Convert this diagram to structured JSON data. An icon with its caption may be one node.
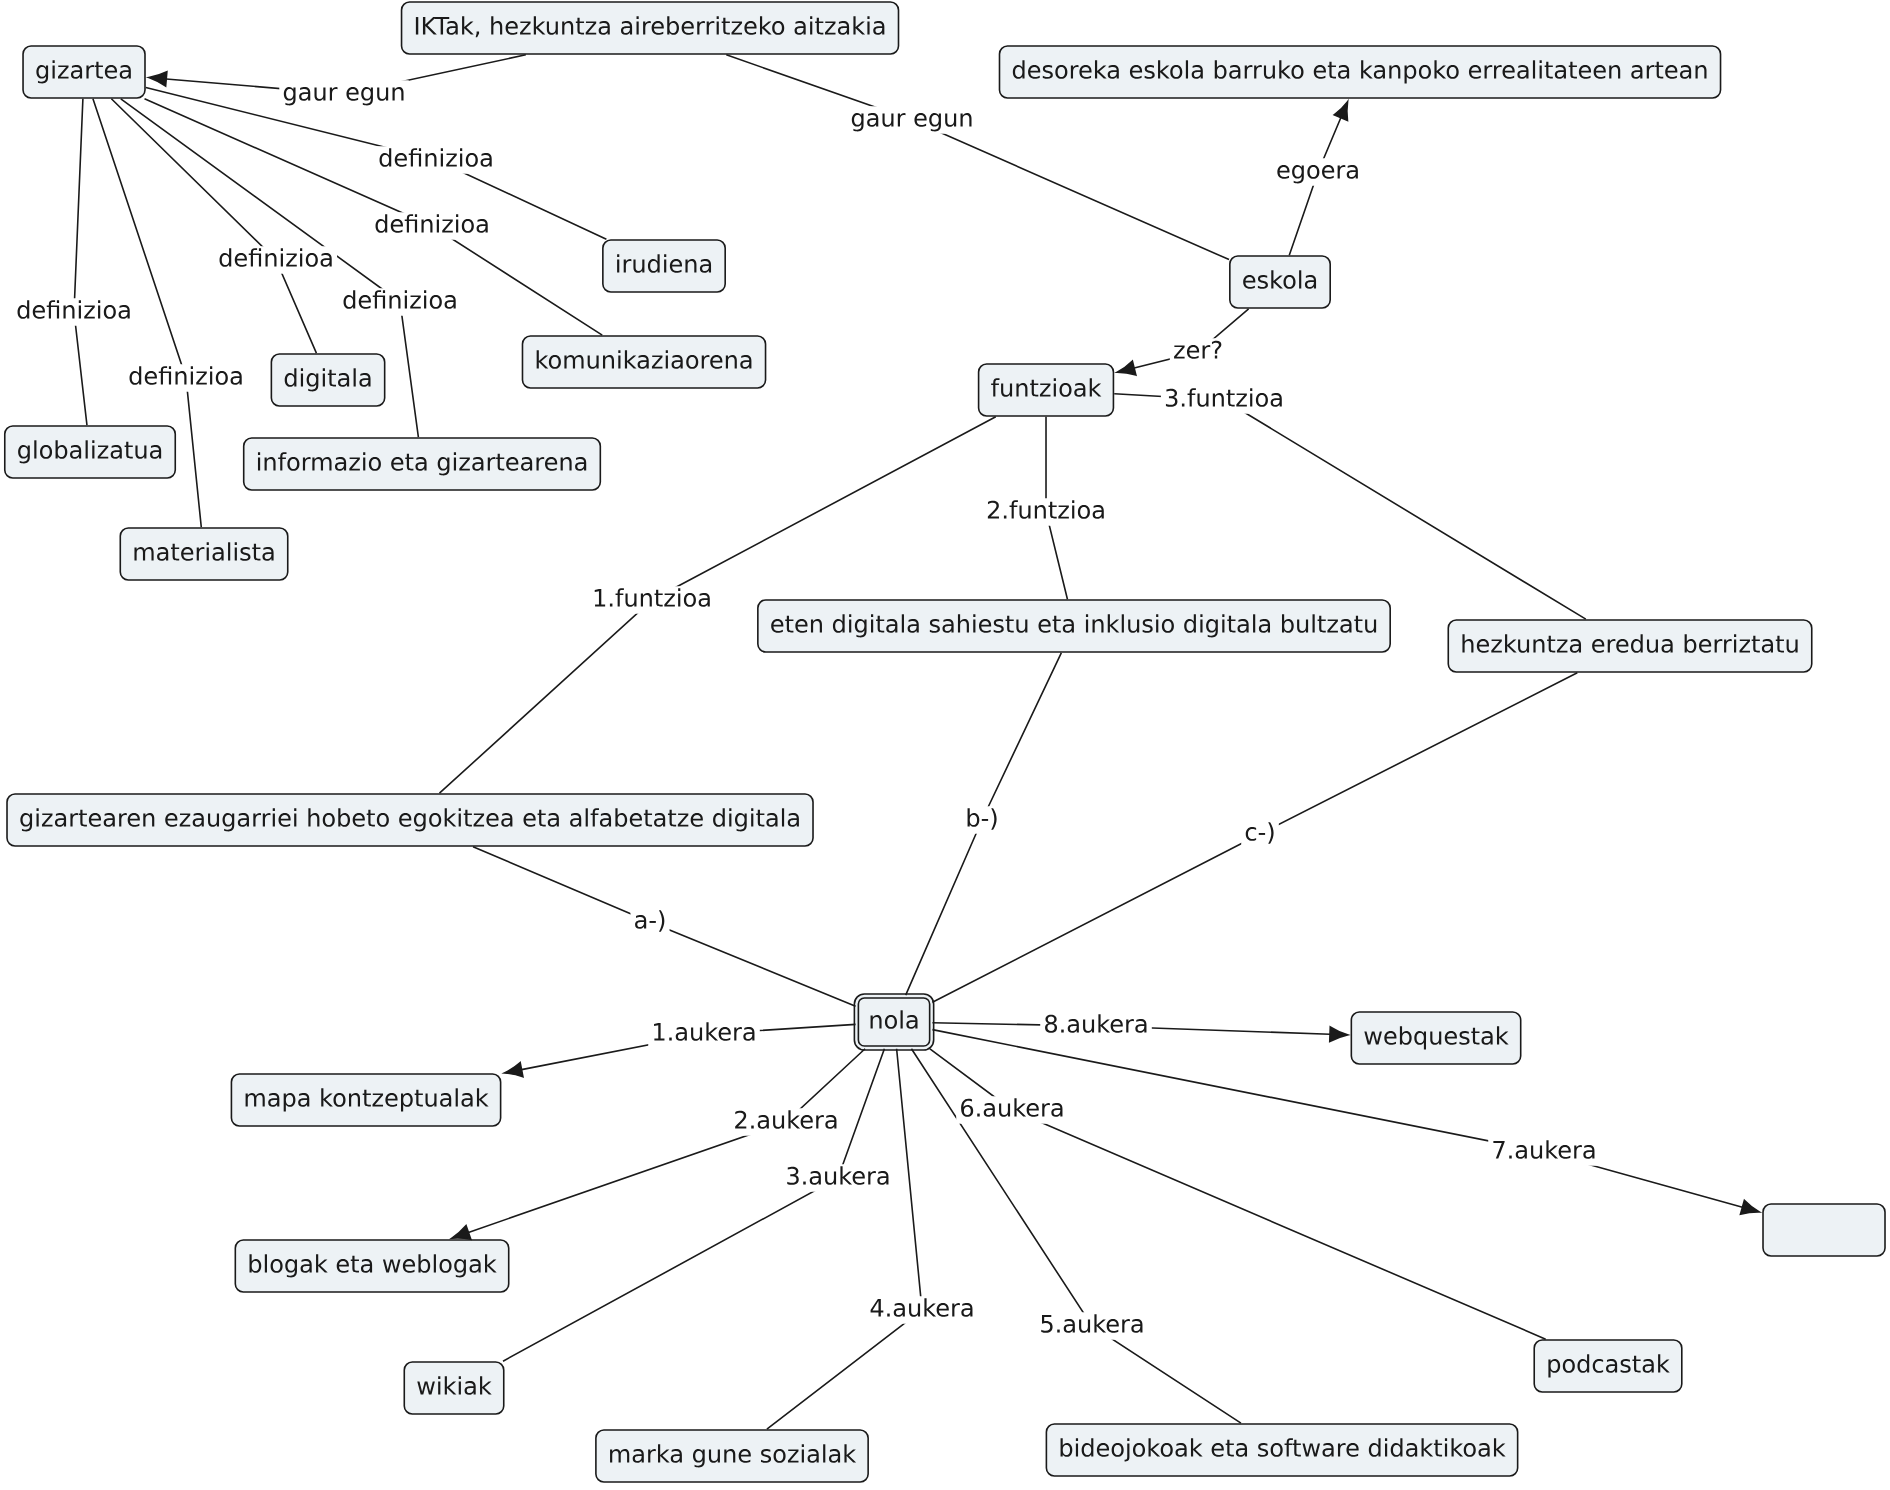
{
  "diagram": {
    "nodes": [
      {
        "text": [
          "IKTak, hezkuntza aireberritzeko aitzakia"
        ]
      },
      {
        "text": [
          "gizartea"
        ]
      },
      {
        "text": [
          "desoreka eskola barruko eta kanpoko errealitateen artean"
        ]
      },
      {
        "text": [
          "irudiena"
        ]
      },
      {
        "text": [
          "eskola"
        ]
      },
      {
        "text": [
          "komunikaziaorena"
        ]
      },
      {
        "text": [
          "digitala"
        ]
      },
      {
        "text": [
          "funtzioak"
        ]
      },
      {
        "text": [
          "globalizatua"
        ]
      },
      {
        "text": [
          "informazio eta gizartearena"
        ]
      },
      {
        "text": [
          "materialista"
        ]
      },
      {
        "text": [
          "eten digitala sahiestu eta inklusio digitala bultzatu"
        ]
      },
      {
        "text": [
          "hezkuntza eredua berriztatu"
        ]
      },
      {
        "text": [
          "gizartearen ezaugarriei hobeto egokitzea eta alfabetatze digitala"
        ]
      },
      {
        "text": [
          "nola"
        ]
      },
      {
        "text": [
          "webquestak"
        ]
      },
      {
        "text": [
          "mapa kontzeptualak"
        ]
      },
      {
        "text": [],
        "shape": "box"
      },
      {
        "text": [
          "blogak eta weblogak"
        ]
      },
      {
        "text": [
          "podcastak"
        ]
      },
      {
        "text": [
          "wikiak"
        ]
      },
      {
        "text": [
          "bideojokoak eta software didaktikoak"
        ]
      },
      {
        "text": [
          "marka gune sozialak"
        ]
      }
    ],
    "edges": [
      {
        "from": 0,
        "to": 1,
        "arrow": "to",
        "label": "gaur egun"
      },
      {
        "from": 0,
        "to": 4,
        "arrow": "none",
        "label": "gaur egun"
      },
      {
        "from": 1,
        "to": 3,
        "arrow": "none",
        "label": "definizioa"
      },
      {
        "from": 1,
        "to": 5,
        "arrow": "none",
        "label": "definizioa"
      },
      {
        "from": 1,
        "to": 6,
        "arrow": "none",
        "label": "definizioa"
      },
      {
        "from": 1,
        "to": 9,
        "arrow": "none",
        "label": "definizioa"
      },
      {
        "from": 1,
        "to": 8,
        "arrow": "none",
        "label": "definizioa"
      },
      {
        "from": 1,
        "to": 10,
        "arrow": "none",
        "label": "definizioa"
      },
      {
        "from": 4,
        "to": 2,
        "arrow": "to",
        "label": "egoera"
      },
      {
        "from": 4,
        "to": 7,
        "arrow": "to",
        "label": "zer?"
      },
      {
        "from": 7,
        "to": 13,
        "arrow": "none",
        "label": "1.funtzioa"
      },
      {
        "from": 7,
        "to": 11,
        "arrow": "none",
        "label": "2.funtzioa"
      },
      {
        "from": 7,
        "to": 12,
        "arrow": "none",
        "label": "3.funtzioa"
      },
      {
        "from": 13,
        "to": 14,
        "arrow": "none",
        "label": "a-)"
      },
      {
        "from": 11,
        "to": 14,
        "arrow": "none",
        "label": "b-)"
      },
      {
        "from": 12,
        "to": 14,
        "arrow": "none",
        "label": "c-)"
      },
      {
        "from": 14,
        "to": 16,
        "arrow": "to",
        "label": "1.aukera"
      },
      {
        "from": 14,
        "to": 18,
        "arrow": "to",
        "label": "2.aukera"
      },
      {
        "from": 14,
        "to": 20,
        "arrow": "none",
        "label": "3.aukera"
      },
      {
        "from": 14,
        "to": 22,
        "arrow": "none",
        "label": "4.aukera"
      },
      {
        "from": 14,
        "to": 21,
        "arrow": "none",
        "label": "5.aukera"
      },
      {
        "from": 14,
        "to": 19,
        "arrow": "none",
        "label": "6.aukera"
      },
      {
        "from": 14,
        "to": 17,
        "arrow": "to",
        "label": "7.aukera"
      },
      {
        "from": 14,
        "to": 15,
        "arrow": "to",
        "label": "8.aukera"
      }
    ]
  }
}
